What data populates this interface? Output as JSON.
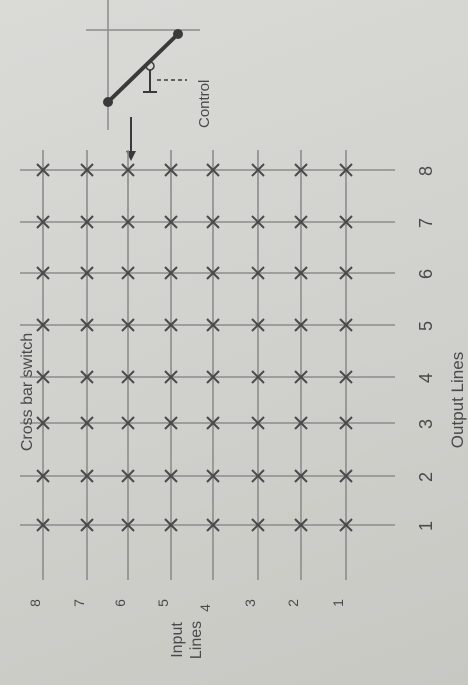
{
  "diagram": {
    "title": "Cross bar switch",
    "output_axis_label": "Output Lines",
    "input_axis_label_line1": "Input",
    "input_axis_label_line2": "Lines",
    "control_label": "Control",
    "input_line_numbers": [
      "8",
      "7",
      "6",
      "5",
      "4",
      "3",
      "2",
      "1"
    ],
    "output_line_numbers": [
      "1",
      "2",
      "3",
      "4",
      "5",
      "6",
      "7",
      "8"
    ],
    "crosspoint_symbol": "X",
    "colors": {
      "ink": "#4a4a4a",
      "grid": "#8c8c8c",
      "background": "#d2d2cf"
    }
  }
}
